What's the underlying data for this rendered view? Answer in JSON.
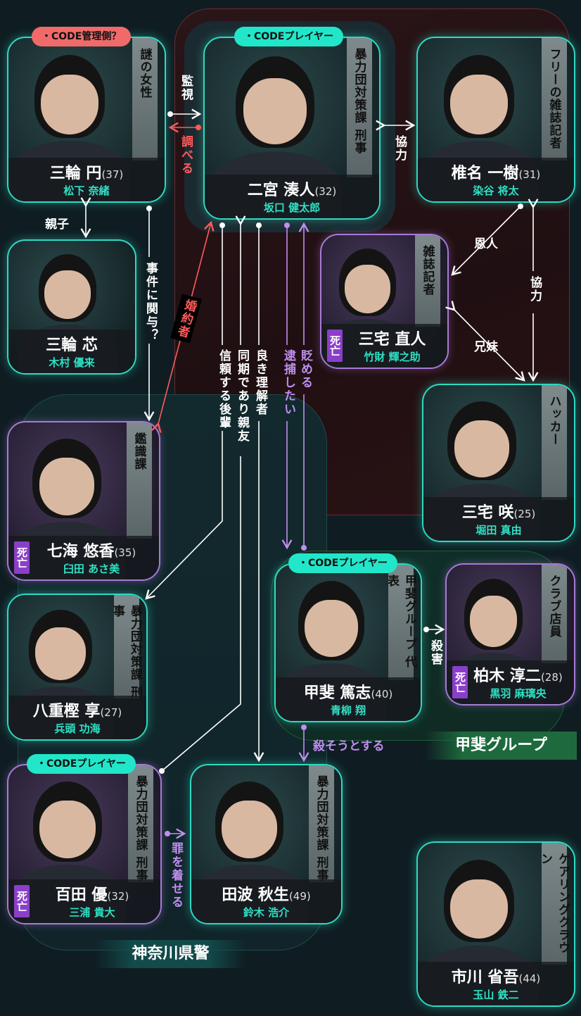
{
  "deceased_label": "死亡",
  "colors": {
    "teal": "#2fd9c2",
    "purple": "#a77ad6",
    "red": "#ff5a5a",
    "badge_player": "#22e6c9",
    "badge_admin": "#f06a6a"
  },
  "characters": [
    {
      "name": "三輪 円",
      "age": "(37)",
      "actor": "松下 奈緒",
      "role": "謎の女性",
      "badge": "・CODE管理側？",
      "deceased": false
    },
    {
      "name": "二宮 湊人",
      "age": "(32)",
      "actor": "坂口 健太郎",
      "role": "暴力団対策課 刑事",
      "badge": "・CODEプレイヤー",
      "deceased": false
    },
    {
      "name": "椎名 一樹",
      "age": "(31)",
      "actor": "染谷 将太",
      "role": "フリーの雑誌記者",
      "badge": "",
      "deceased": false
    },
    {
      "name": "三輪 芯",
      "age": "",
      "actor": "木村 優来",
      "role": "",
      "badge": "",
      "deceased": false
    },
    {
      "name": "三宅 直人",
      "age": "",
      "actor": "竹財 輝之助",
      "role": "雑誌記者",
      "badge": "",
      "deceased": true
    },
    {
      "name": "三宅 咲",
      "age": "(25)",
      "actor": "堀田 真由",
      "role": "ハッカー",
      "badge": "",
      "deceased": false
    },
    {
      "name": "七海 悠香",
      "age": "(35)",
      "actor": "臼田 あさ美",
      "role": "鑑識課",
      "badge": "",
      "deceased": true
    },
    {
      "name": "八重樫 享",
      "age": "(27)",
      "actor": "兵頭 功海",
      "role": "暴力団対策課 刑事",
      "badge": "",
      "deceased": false
    },
    {
      "name": "甲斐 篤志",
      "age": "(40)",
      "actor": "青柳 翔",
      "role": "甲斐グループ 代表",
      "badge": "・CODEプレイヤー",
      "deceased": false
    },
    {
      "name": "柏木 淳二",
      "age": "(28)",
      "actor": "黒羽 麻璃央",
      "role": "クラブ店員",
      "badge": "",
      "deceased": true
    },
    {
      "name": "百田 優",
      "age": "(32)",
      "actor": "三浦 貴大",
      "role": "暴力団対策課 刑事",
      "badge": "・CODEプレイヤー",
      "deceased": true
    },
    {
      "name": "田波 秋生",
      "age": "(49)",
      "actor": "鈴木 浩介",
      "role": "暴力団対策課 刑事",
      "badge": "",
      "deceased": false
    },
    {
      "name": "市川 省吾",
      "age": "(44)",
      "actor": "玉山 鉄二",
      "role": "ケアリングクラウン",
      "badge": "",
      "deceased": false
    }
  ],
  "relations": {
    "kanshi": "監視",
    "shiraberu": "調べる",
    "kyoryoku1": "協力",
    "oyako": "親子",
    "jiken": "事件に関与？",
    "konyaku": "婚約者",
    "shinrai": "信頼する後輩",
    "doki": "同期であり親友",
    "rikai": "良き理解者",
    "taiho": "逮捕したい",
    "otoshimeru": "貶める",
    "onjin": "恩人",
    "kyoryoku2": "協力",
    "kyodai": "兄妹",
    "satsugai": "殺害",
    "korosou": "殺そうとする",
    "tsumi": "罪を着せる"
  },
  "groups": {
    "police": "神奈川県警",
    "kai": "甲斐グループ"
  }
}
